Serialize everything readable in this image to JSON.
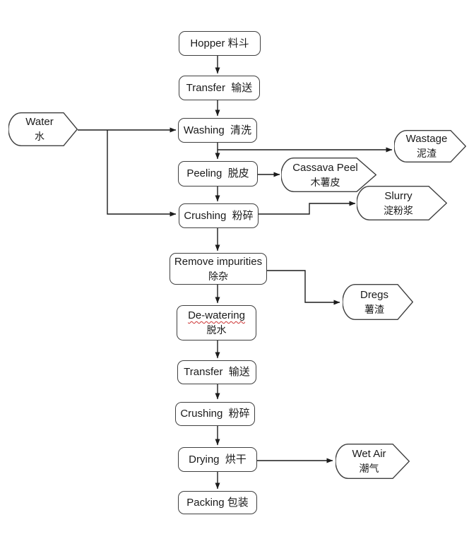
{
  "colors": {
    "line": "#1c1c1c",
    "shape_border": "#3f3f3f",
    "shape_fill": "#ffffff",
    "text": "#1a1a1a",
    "spellcheck_underline": "#cc3333"
  },
  "process_boxes": {
    "hopper": {
      "label": "Hopper 料斗"
    },
    "transfer1": {
      "label": "Transfer  输送"
    },
    "washing": {
      "label": "Washing  清洗"
    },
    "peeling": {
      "label": "Peeling  脱皮"
    },
    "crushing1": {
      "label": "Crushing  粉碎"
    },
    "remove_impurities": {
      "line1": "Remove impurities",
      "line2": "除杂"
    },
    "dewatering": {
      "line1": "De-watering",
      "line2": "脱水"
    },
    "transfer2": {
      "label": "Transfer  输送"
    },
    "crushing2": {
      "label": "Crushing  粉碎"
    },
    "drying": {
      "label": "Drying  烘干"
    },
    "packing": {
      "label": "Packing 包装"
    }
  },
  "io_shapes": {
    "water": {
      "line1": "Water",
      "line2": "水"
    },
    "wastage": {
      "line1": "Wastage",
      "line2": "泥渣"
    },
    "cassava_peel": {
      "line1": "Cassava Peel",
      "line2": "木薯皮"
    },
    "slurry": {
      "line1": "Slurry",
      "line2": "淀粉浆"
    },
    "dregs": {
      "line1": "Dregs",
      "line2": "薯渣"
    },
    "wet_air": {
      "line1": "Wet Air",
      "line2": "潮气"
    }
  }
}
